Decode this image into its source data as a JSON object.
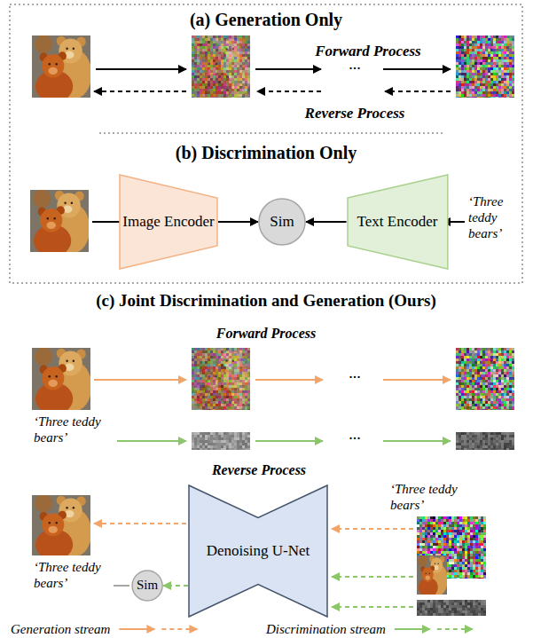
{
  "diagram": {
    "nodes": [
      {
        "text": [
          "(a) Generation Only",
          "(b) Discrimination Only"
        ]
      },
      {
        "text": [
          "Image Encoder"
        ],
        "in": 0
      },
      {
        "text": [
          "Sim"
        ],
        "in": 0
      },
      {
        "text": [
          "Text Encoder"
        ],
        "in": 0
      },
      {
        "text": [
          "Denoising U-Net"
        ]
      },
      {
        "text": [
          "Sim"
        ]
      }
    ],
    "edges": [
      {
        "from": 1,
        "to": 2,
        "arrow": "to"
      },
      {
        "from": 3,
        "to": 2,
        "arrow": "to"
      },
      {
        "from": 4,
        "to": 5,
        "arrow": "to"
      }
    ],
    "labels": [
      "Forward Process",
      "...",
      "Reverse Process",
      "‘Three teddy bears’",
      "(c) Joint Discrimination and Generation (Ours)",
      "Forward Process",
      "‘Three teddy bears’",
      "...",
      "...",
      "Reverse Process",
      "‘Three teddy bears’",
      "‘Three teddy bears’"
    ],
    "legend": [
      {
        "text": "Generation stream"
      },
      {
        "text": "Discrimination stream"
      }
    ]
  }
}
